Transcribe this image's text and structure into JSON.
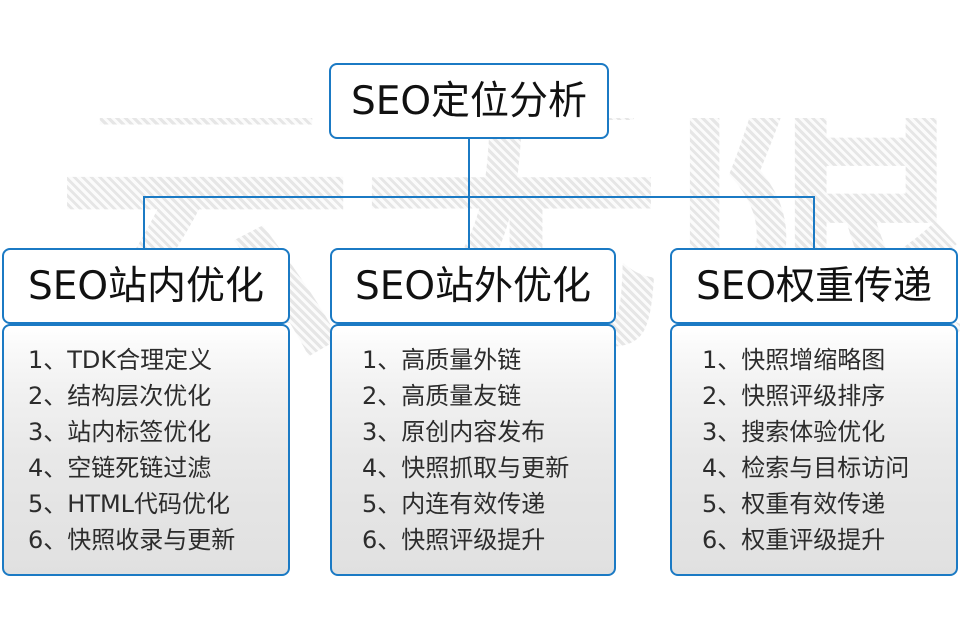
{
  "theme": {
    "border_color": "#1b7ac4",
    "text_color": "#111111",
    "list_text_color": "#2c2c2c",
    "page_background": "#ffffff",
    "panel_gradient_top": "#ffffff",
    "panel_gradient_bottom": "#e0e0e0"
  },
  "watermark": {
    "text": "云无限"
  },
  "root": {
    "label": "SEO定位分析"
  },
  "columns": [
    {
      "id": "seo-onsite",
      "header": "SEO站内优化",
      "items": [
        "1、TDK合理定义",
        "2、结构层次优化",
        "3、站内标签优化",
        "4、空链死链过滤",
        "5、HTML代码优化",
        "6、快照收录与更新"
      ]
    },
    {
      "id": "seo-offsite",
      "header": "SEO站外优化",
      "items": [
        "1、高质量外链",
        "2、高质量友链",
        "3、原创内容发布",
        "4、快照抓取与更新",
        "5、内连有效传递",
        "6、快照评级提升"
      ]
    },
    {
      "id": "seo-weight",
      "header": "SEO权重传递",
      "items": [
        "1、快照增缩略图",
        "2、快照评级排序",
        "3、搜索体验优化",
        "4、检索与目标访问",
        "5、权重有效传递",
        "6、权重评级提升"
      ]
    }
  ]
}
